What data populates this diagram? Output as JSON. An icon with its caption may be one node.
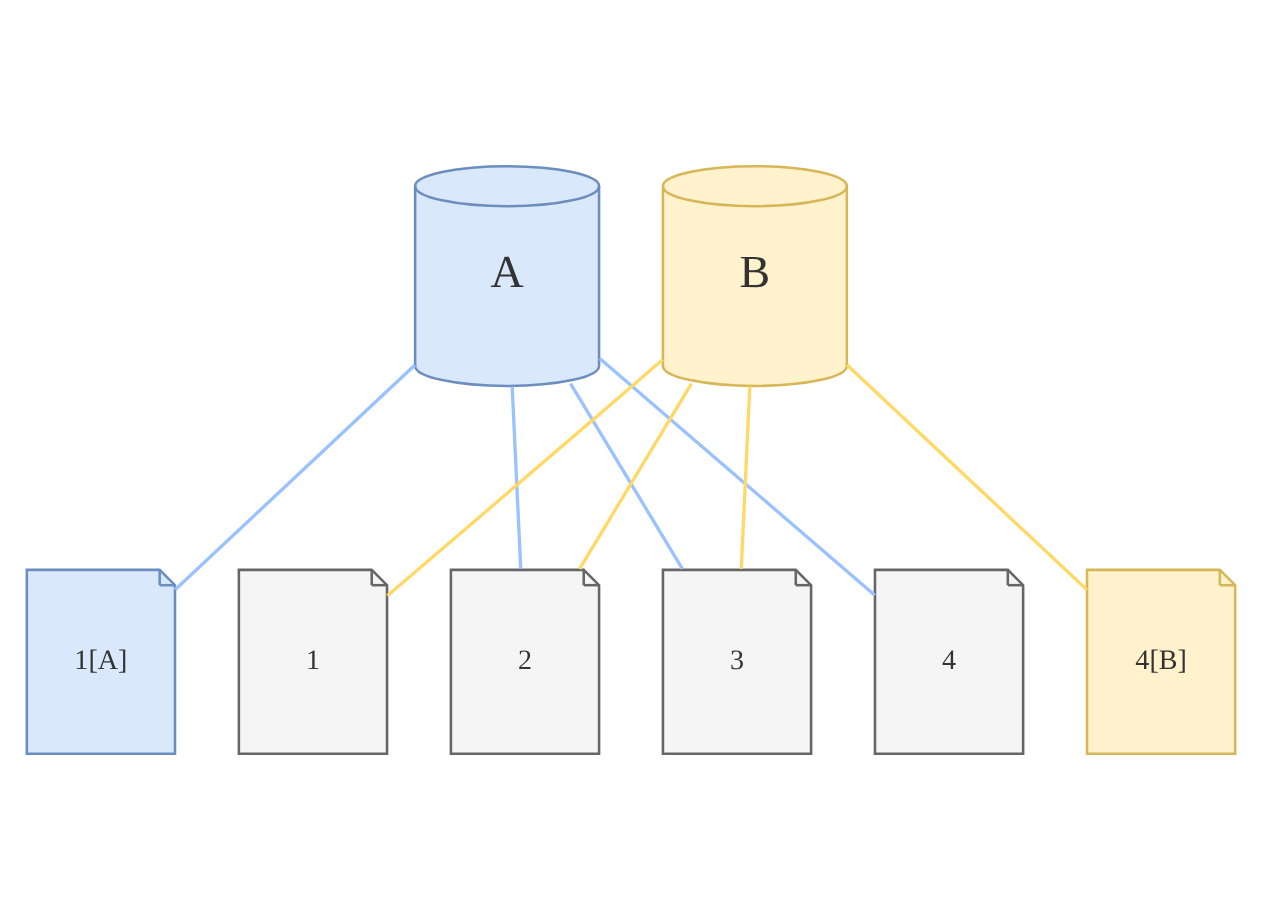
{
  "diagram": {
    "nodes": [
      {
        "text": [
          "A"
        ]
      },
      {
        "text": [
          "B"
        ]
      },
      {
        "text": [
          "1[A]"
        ]
      },
      {
        "text": [
          "1"
        ]
      },
      {
        "text": [
          "2"
        ]
      },
      {
        "text": [
          "3"
        ]
      },
      {
        "text": [
          "4"
        ]
      },
      {
        "text": [
          "4[B]"
        ]
      }
    ],
    "edges": [
      {
        "from": 0,
        "to": 2,
        "arrow": "none",
        "color": "#99c2ff"
      },
      {
        "from": 0,
        "to": 4,
        "arrow": "none",
        "color": "#99c2ff"
      },
      {
        "from": 0,
        "to": 5,
        "arrow": "none",
        "color": "#99c2ff"
      },
      {
        "from": 0,
        "to": 6,
        "arrow": "none",
        "color": "#99c2ff"
      },
      {
        "from": 1,
        "to": 3,
        "arrow": "none",
        "color": "#ffd966"
      },
      {
        "from": 1,
        "to": 4,
        "arrow": "none",
        "color": "#ffd966"
      },
      {
        "from": 1,
        "to": 5,
        "arrow": "none",
        "color": "#ffd966"
      },
      {
        "from": 1,
        "to": 7,
        "arrow": "none",
        "color": "#ffd966"
      }
    ]
  }
}
